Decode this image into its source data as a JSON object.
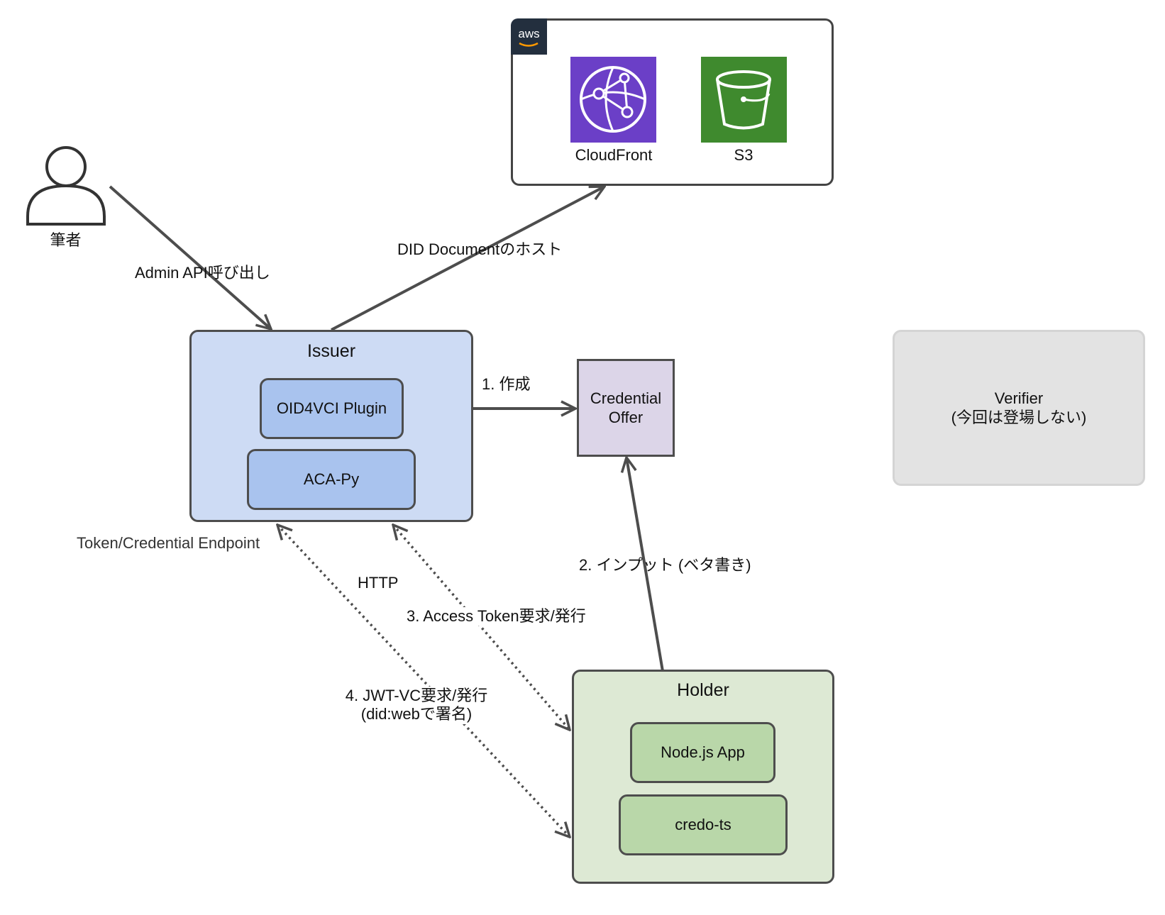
{
  "aws": {
    "logo": "aws",
    "logo_icon": "aws-logo-icon",
    "services": [
      {
        "label": "CloudFront",
        "icon": "cloudfront-icon",
        "color": "#6b3fc7"
      },
      {
        "label": "S3",
        "icon": "s3-bucket-icon",
        "color": "#3f8a2e"
      }
    ]
  },
  "actor": {
    "label": "筆者",
    "icon": "user-icon"
  },
  "issuer": {
    "title": "Issuer",
    "components": [
      "OID4VCI Plugin",
      "ACA-Py"
    ],
    "endpoint_label": "Token/Credential Endpoint",
    "fill": "#cddbf4",
    "component_fill": "#a9c3ee"
  },
  "offer": {
    "label": "Credential\nOffer",
    "fill": "#dcd5e8"
  },
  "verifier": {
    "label": "Verifier\n(今回は登場しない)",
    "fill": "#e3e3e3"
  },
  "holder": {
    "title": "Holder",
    "components": [
      "Node.js App",
      "credo-ts"
    ],
    "fill": "#dde9d4",
    "component_fill": "#b9d7a9"
  },
  "edges": {
    "admin": "Admin API呼び出し",
    "did_doc": "DID Documentのホスト",
    "create": "1. 作成",
    "input": "2. インプット (ベタ書き)",
    "http": "HTTP",
    "token": "3. Access Token要求/発行",
    "jwt": "4. JWT-VC要求/発行\n(did:webで署名)"
  }
}
